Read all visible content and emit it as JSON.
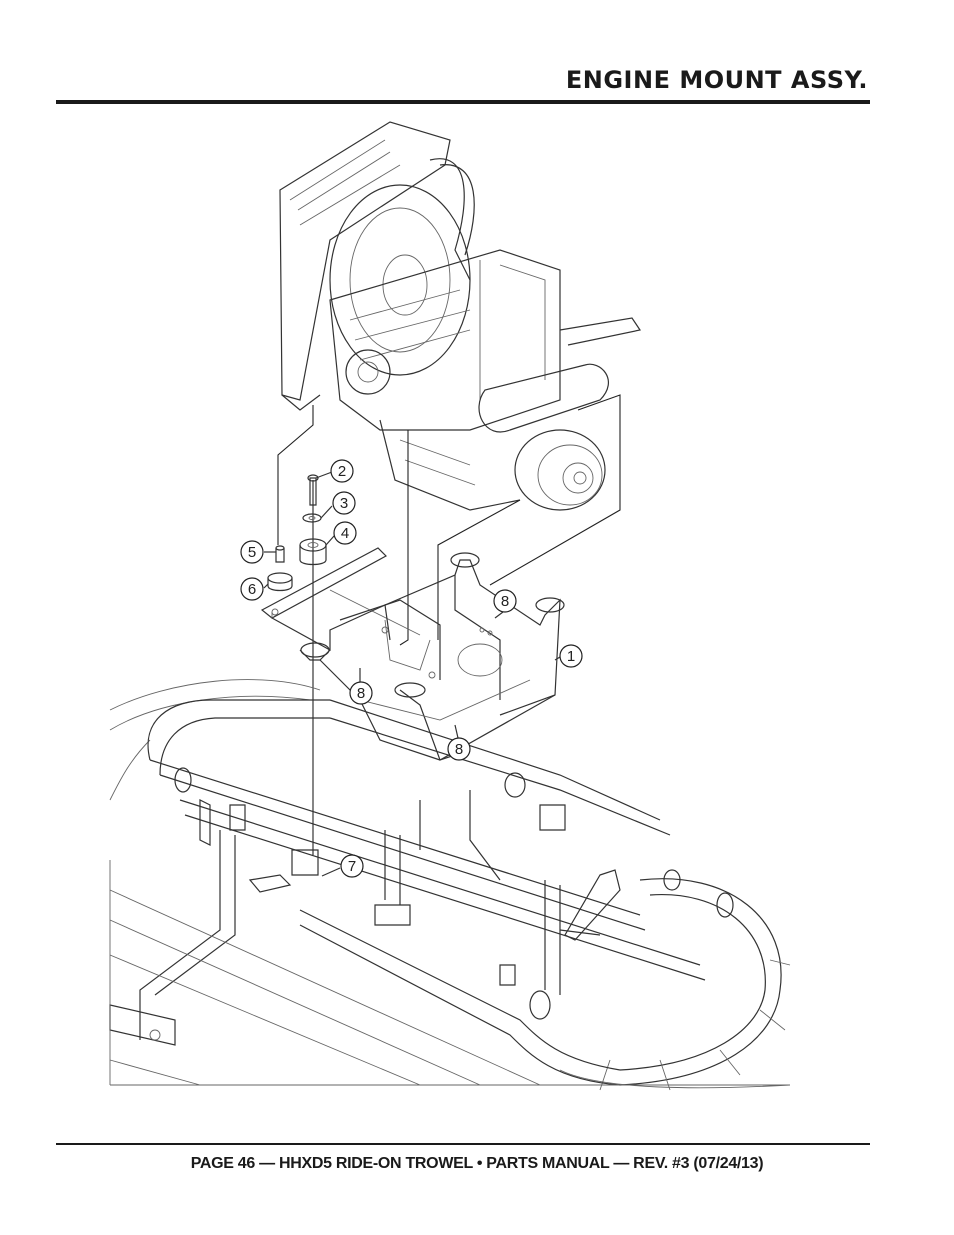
{
  "header": {
    "title": "ENGINE MOUNT ASSY."
  },
  "figure": {
    "callouts": [
      {
        "label": "2"
      },
      {
        "label": "3"
      },
      {
        "label": "4"
      },
      {
        "label": "5"
      },
      {
        "label": "6"
      },
      {
        "label": "8"
      },
      {
        "label": "1"
      },
      {
        "label": "8"
      },
      {
        "label": "8"
      },
      {
        "label": "7"
      }
    ]
  },
  "footer": {
    "text": "PAGE 46 — HHXD5 RIDE-ON TROWEL • PARTS MANUAL — REV. #3 (07/24/13)"
  }
}
